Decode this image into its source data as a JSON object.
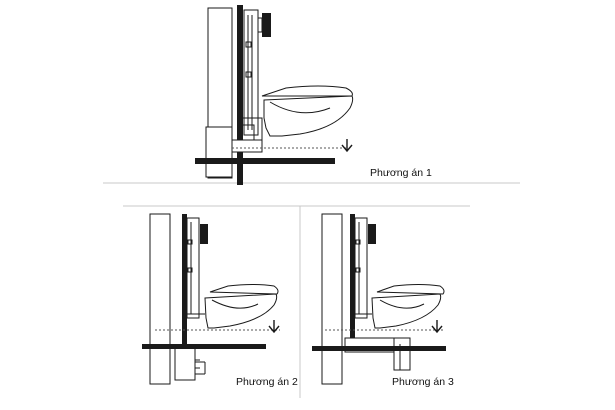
{
  "captions": {
    "option1": "Phương án 1",
    "option2": "Phương án 2",
    "option3": "Phương án 3"
  },
  "colors": {
    "line": "#1a1a1a",
    "fill": "#ffffff",
    "frame": "#d8d8d8",
    "ink": "#111111"
  }
}
